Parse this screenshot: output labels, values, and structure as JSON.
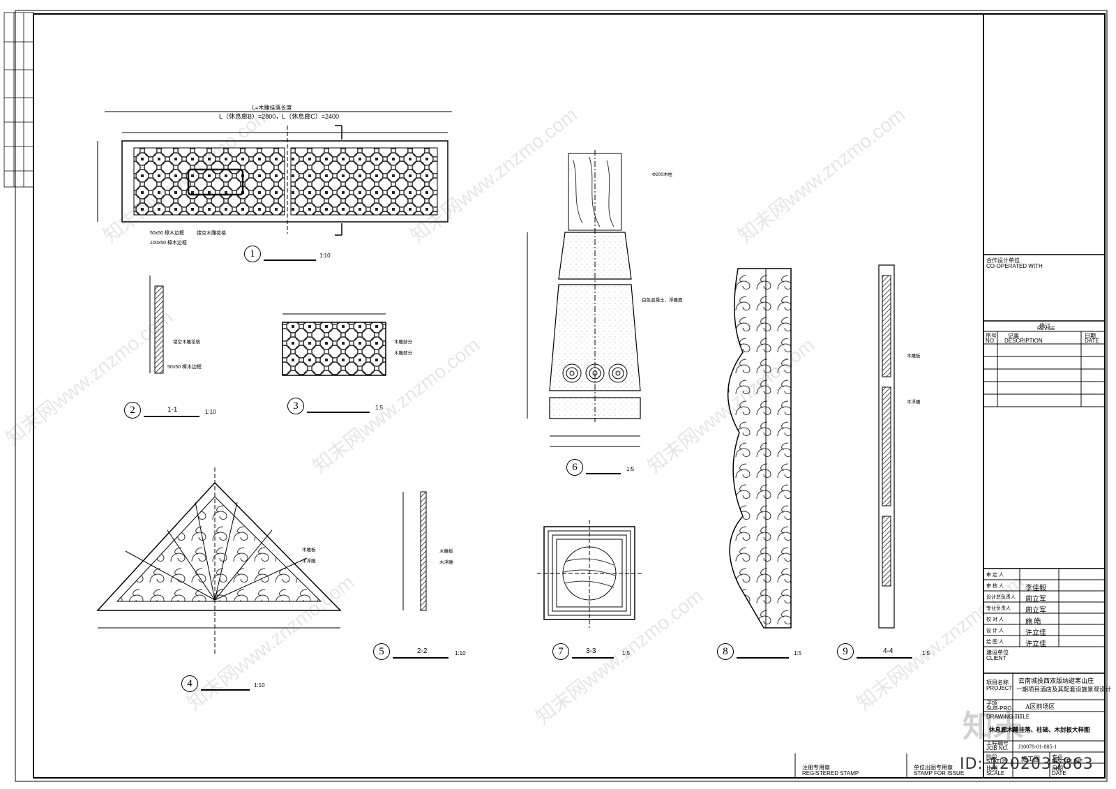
{
  "drawing": {
    "overall_dim": "L=木雕挂落长度",
    "sub_dim": "L（休息廊B）=2800，L（休息廊C）=2400",
    "callouts": {
      "v1_a": "50x50 樟木边框",
      "v1_b": "100x50 樟木边框",
      "v1_c": "镂空木雕花格",
      "v2_a": "镂空木雕花格",
      "v2_b": "50x50 樟木边框",
      "v3_a": "木雕部分",
      "v3_b": "木雕部分",
      "v4_a": "木雕板",
      "v4_b": "木浮雕",
      "v5_a": "木雕板",
      "v5_b": "木浮雕",
      "v6_a": "Φ200木柱",
      "v6_b": "白色混凝土，浮雕面",
      "v9_a": "木雕板",
      "v9_b": "木浮雕"
    },
    "views": [
      {
        "num": "1",
        "title": "",
        "scale": "1:10"
      },
      {
        "num": "2",
        "title": "1-1",
        "scale": "1:10"
      },
      {
        "num": "3",
        "title": "",
        "scale": "1:5"
      },
      {
        "num": "4",
        "title": "",
        "scale": "1:10"
      },
      {
        "num": "5",
        "title": "2-2",
        "scale": "1:10"
      },
      {
        "num": "6",
        "title": "",
        "scale": "1:5"
      },
      {
        "num": "7",
        "title": "3-3",
        "scale": "1:5"
      },
      {
        "num": "8",
        "title": "",
        "scale": "1:5"
      },
      {
        "num": "9",
        "title": "4-4",
        "scale": "1:5"
      }
    ]
  },
  "title_block": {
    "co_operated_cn": "合作设计单位",
    "co_operated_en": "CO-OPERATED WITH",
    "revise_cn": "修订",
    "revise_en": "REVISE",
    "no_cn": "序号",
    "no_en": "NO.",
    "desc_cn": "记事",
    "desc_en": "DESCRIPTION",
    "date_cn": "日期",
    "date_en": "DATE",
    "signatures": [
      {
        "role": "审 定 人",
        "name": ""
      },
      {
        "role": "审 核 人",
        "name": "李佳毅"
      },
      {
        "role": "设计总负责人",
        "name": "周立军"
      },
      {
        "role": "专业负责人",
        "name": "周立军"
      },
      {
        "role": "校 对 人",
        "name": "施 皓"
      },
      {
        "role": "设 计 人",
        "name": "许立佳"
      },
      {
        "role": "绘 图 人",
        "name": "许立佳"
      }
    ],
    "client_cn": "建设单位",
    "client_en": "CLIENT",
    "project_cn": "项目名称",
    "project_en": "PROJECT",
    "project_line1": "云南城投西双版纳避寒山庄",
    "project_line2": "一期项目酒店及其配套设施景观设计",
    "subpro_cn": "子项",
    "subpro_en": "SUB-PRO.",
    "subpro_value": "A区前场区",
    "drawing_title_en": "DRAWING TITLE",
    "drawing_title": "休息廊木雕挂落、柱础、木封板大样图",
    "job_cn": "工程编号",
    "job_en": "JOB NO.",
    "job_value": "J10078-01-005-1",
    "status_cn": "阶段",
    "status_en": "STATUS",
    "status_value": "施工图",
    "discipline_cn": "专业",
    "discipline_en": "DISCIPLINE",
    "scale_cn": "比例",
    "scale_en": "SCALE",
    "date2_cn": "日期",
    "date2_en": "DATE",
    "registered_cn": "注册专用章",
    "registered_en": "REGISTERED STAMP",
    "issue_cn": "单位出图专用章",
    "issue_en": "STAMP FOR ISSUE"
  },
  "watermark": {
    "text": "知末网www.znzmo.com",
    "logo_text": "知末",
    "id_text": "ID: 1202035863"
  }
}
